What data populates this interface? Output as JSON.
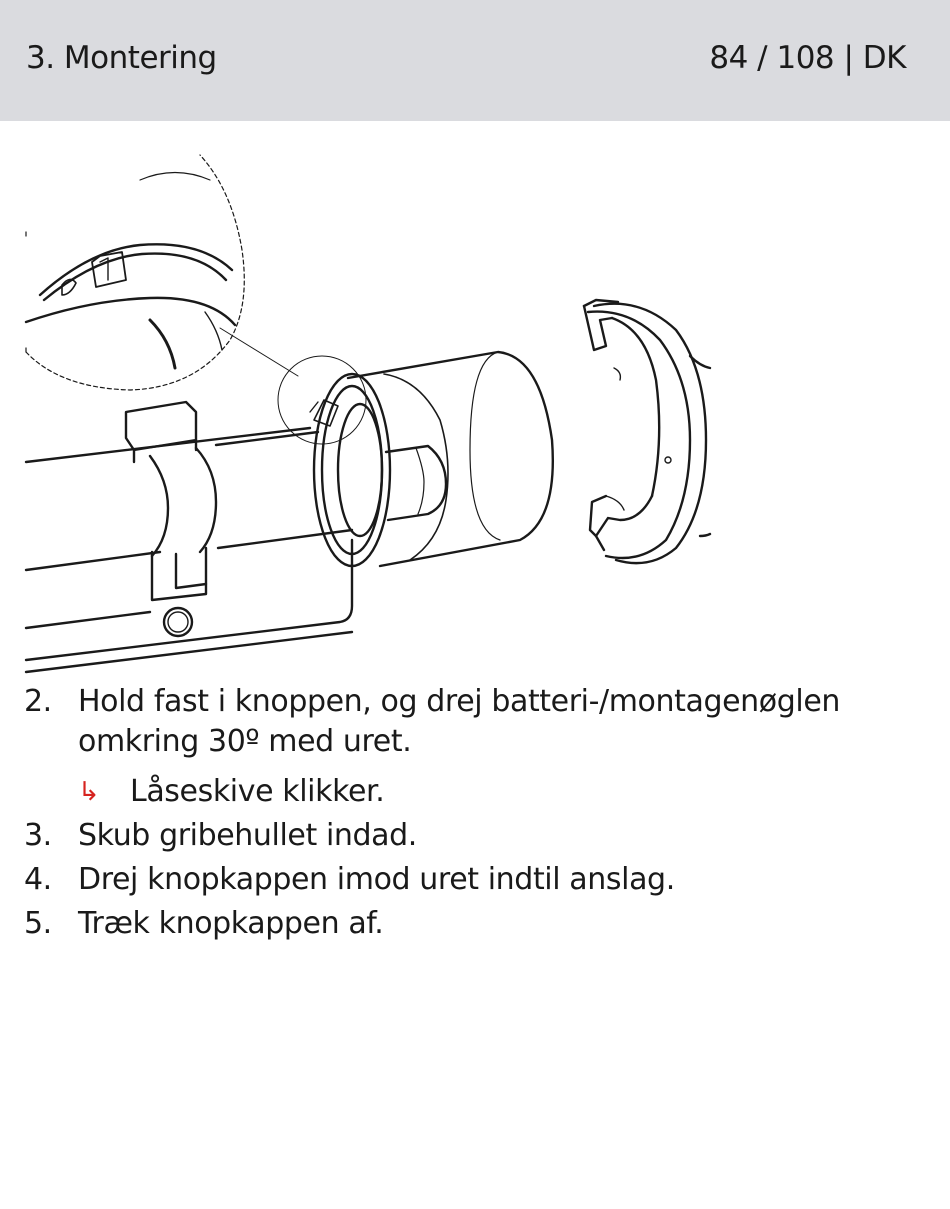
{
  "header": {
    "section": "3. Montering",
    "page_info": "84 / 108 | DK"
  },
  "illustration": {
    "subject": "lock cylinder with knob, detail magnifier and battery/mounting key"
  },
  "steps": [
    {
      "number": "2.",
      "text_line1": "Hold fast i knoppen, og drej batteri-/montagenøglen",
      "text_line2": "omkring 30º med uret.",
      "result_icon": "result-arrow-icon",
      "result": "Låseskive klikker."
    },
    {
      "number": "3.",
      "text": "Skub gribehullet indad."
    },
    {
      "number": "4.",
      "text": "Drej knopkappen imod uret indtil anslag."
    },
    {
      "number": "5.",
      "text": "Træk knopkappen af."
    }
  ],
  "colors": {
    "header_bg": "#dadbdf",
    "accent": "#d6231f",
    "text": "#1a1a1a"
  }
}
